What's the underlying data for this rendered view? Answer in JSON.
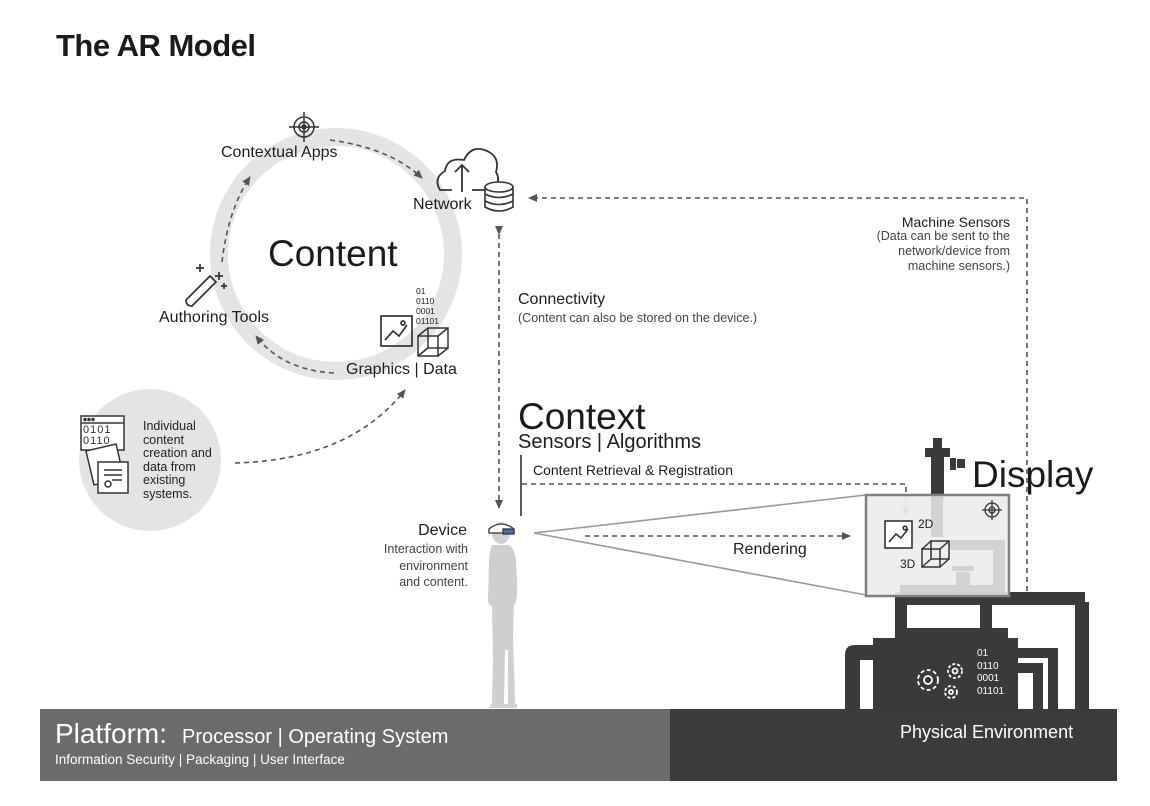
{
  "title": "The AR Model",
  "content_cycle": {
    "center_label": "Content",
    "contextual_apps": "Contextual Apps",
    "network": "Network",
    "authoring_tools": "Authoring Tools",
    "graphics_data": "Graphics | Data",
    "binary_lines": [
      "01",
      "0110",
      "0001",
      "01101"
    ]
  },
  "individual": {
    "lines": [
      "Individual",
      "content",
      "creation and",
      "data from",
      "existing",
      "systems."
    ],
    "binary": [
      "0101",
      "0110"
    ]
  },
  "connectivity": {
    "label": "Connectivity",
    "note": "(Content can also be stored on the device.)"
  },
  "machine_sensors": {
    "label": "Machine Sensors",
    "note_lines": [
      "(Data can be sent to the",
      "network/device from",
      "machine sensors.)"
    ]
  },
  "context": {
    "label": "Context",
    "sub": "Sensors | Algorithms",
    "retrieval": "Content Retrieval & Registration"
  },
  "device": {
    "label": "Device",
    "note_lines": [
      "Interaction with",
      "environment",
      "and content."
    ]
  },
  "rendering": "Rendering",
  "display": {
    "label": "Display",
    "tag_2d": "2D",
    "tag_3d": "3D"
  },
  "machine_binary": [
    "01",
    "0110",
    "0001",
    "01101"
  ],
  "platform": {
    "label": "Platform:",
    "sub": "Processor | Operating System",
    "sub2": "Information Security | Packaging | User Interface"
  },
  "physical_environment": "Physical Environment",
  "colors": {
    "ring": "#e4e4e4",
    "platform_bar": "#6b6b6c",
    "physical_bar": "#3b3b3c",
    "machine": "#3a3a3b",
    "arrow": "#555555"
  }
}
